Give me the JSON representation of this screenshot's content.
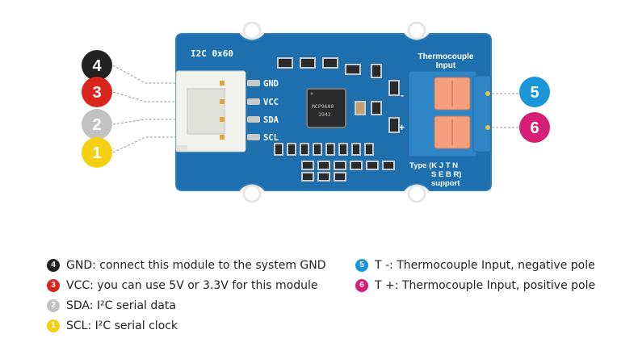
{
  "board": {
    "i2c_address": "I2C 0x60",
    "header_pins": [
      "GND",
      "VCC",
      "SDA",
      "SCL"
    ],
    "chip_marking": [
      "MCP9600",
      "1942"
    ],
    "terminal_title_line1": "Thermocouple",
    "terminal_title_line2": "Input",
    "minus_sign": "-",
    "plus_sign": "+",
    "type_support_line1": "Type (K  J  T  N",
    "type_support_line2": "S  E  B  R)",
    "type_support_line3": "support"
  },
  "callouts": [
    {
      "number": "4",
      "color": "#222222"
    },
    {
      "number": "3",
      "color": "#d9261c"
    },
    {
      "number": "2",
      "color": "#c2c2c2"
    },
    {
      "number": "1",
      "color": "#f4cf12"
    },
    {
      "number": "5",
      "color": "#1a96d8"
    },
    {
      "number": "6",
      "color": "#d51f74"
    }
  ],
  "legend": {
    "left": [
      {
        "number": "4",
        "color": "#222222",
        "text": "GND: connect this module to the system GND"
      },
      {
        "number": "3",
        "color": "#d9261c",
        "text": "VCC: you can use 5V or 3.3V for this module"
      },
      {
        "number": "2",
        "color": "#c2c2c2",
        "text": "SDA: I²C serial data"
      },
      {
        "number": "1",
        "color": "#f4cf12",
        "text": "SCL: I²C serial clock"
      }
    ],
    "right": [
      {
        "number": "5",
        "color": "#1a96d8",
        "text": "T -:  Thermocouple Input, negative pole"
      },
      {
        "number": "6",
        "color": "#d51f74",
        "text": "T +: Thermocouple Input, positive pole"
      }
    ]
  },
  "colors": {
    "pcb": "#1e6fae",
    "pcb_edge": "#2a7dbd",
    "connector": "#f1f1ee",
    "terminal": "#2f86c6",
    "terminal_lever": "#f4a07f"
  }
}
